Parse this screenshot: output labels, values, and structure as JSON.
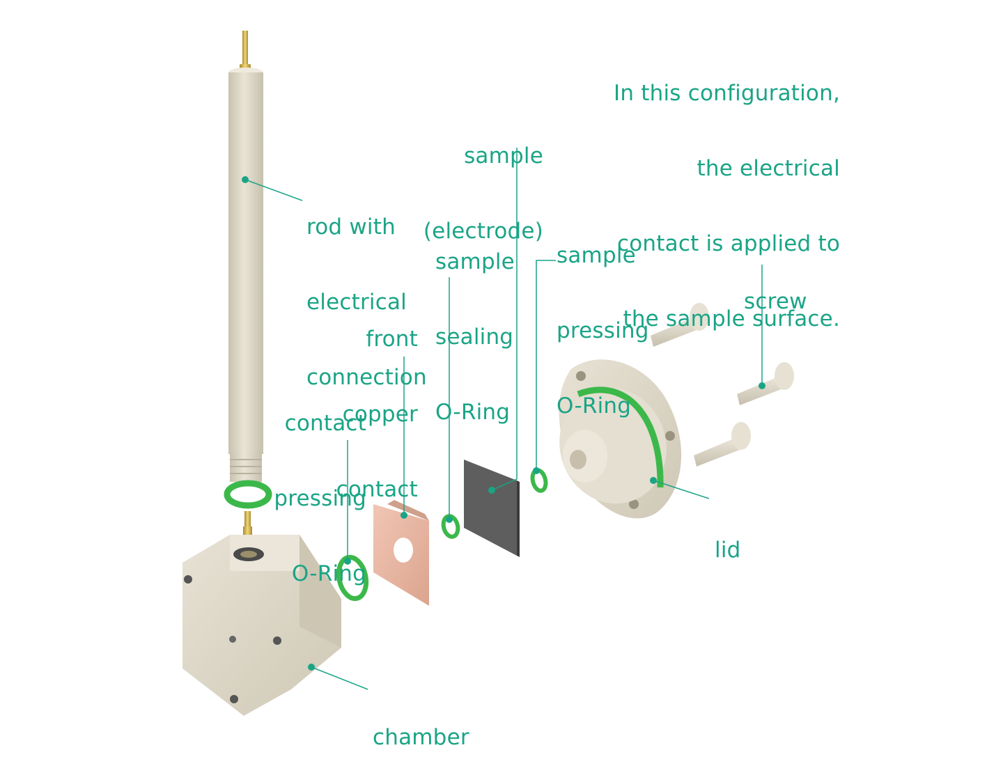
{
  "colors": {
    "label": "#1aa486",
    "leader": "#1aa486",
    "part_body": "#dcd6c6",
    "oring": "#3cb84a",
    "copper": "#e8b7a2",
    "sample": "#5e5e5e",
    "brass": "#d9b84e"
  },
  "note": {
    "lines": [
      "In this configuration,",
      "the electrical",
      "contact is applied to",
      "the sample surface."
    ]
  },
  "labels": {
    "rod": [
      "rod with",
      "electrical",
      "connection"
    ],
    "sample": [
      "sample",
      "(electrode)"
    ],
    "sealing_oring": [
      "sample",
      "sealing",
      "O-Ring"
    ],
    "pressing_oring": [
      "sample",
      "pressing",
      "O-Ring"
    ],
    "screw": [
      "screw"
    ],
    "front_contact": [
      "front",
      "copper",
      "contact"
    ],
    "contact_oring": [
      "contact",
      "pressing",
      "O-Ring"
    ],
    "lid": [
      "lid"
    ],
    "chamber": [
      "chamber"
    ]
  }
}
